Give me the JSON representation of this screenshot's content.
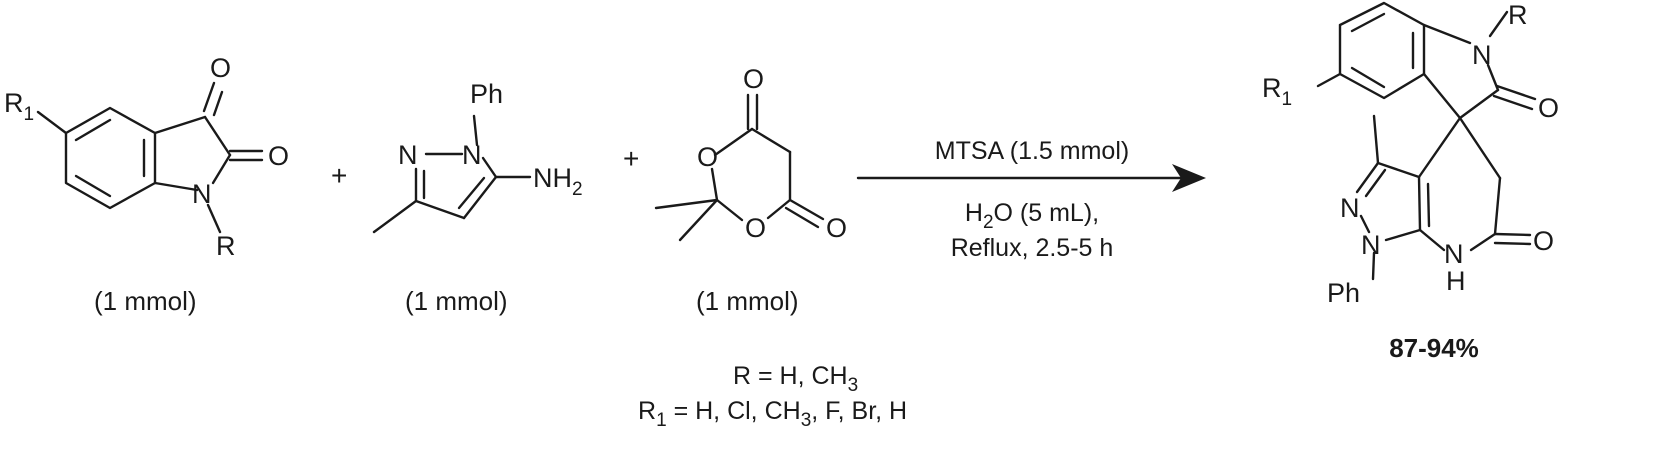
{
  "reactants": [
    {
      "atoms": {
        "sub_label": "R",
        "sub_index": "1",
        "o_top": "O",
        "o_right": "O",
        "n": "N",
        "n_sub": "R"
      },
      "amount": "(1 mmol)"
    },
    {
      "atoms": {
        "ph": "Ph",
        "n1": "N",
        "n2": "N",
        "amine": "NH",
        "amine_sub": "2"
      },
      "amount": "(1 mmol)"
    },
    {
      "atoms": {
        "o_top": "O",
        "o_ring_up": "O",
        "o_ring_down": "O",
        "o_right": "O"
      },
      "amount": "(1 mmol)"
    }
  ],
  "plus_sign": "+",
  "conditions": {
    "reagent": "MTSA (1.5 mmol)",
    "solvent_pre": "H",
    "solvent_sub": "2",
    "solvent_post": "O (5 mL),",
    "time": "Reflux, 2.5-5 h"
  },
  "product": {
    "atoms": {
      "r": "R",
      "n_top": "N",
      "r1_label": "R",
      "r1_index": "1",
      "o_amide_top": "O",
      "n_pyr": "N",
      "n_pyr2": "N",
      "ph": "Ph",
      "n_h": "N",
      "h": "H",
      "o_amide_bottom": "O"
    },
    "yield": "87-94%"
  },
  "substituents": {
    "r_line": "R = H, CH",
    "r_line_sub": "3",
    "r1_label": "R",
    "r1_index": "1",
    "r1_pre": " = H, Cl, CH",
    "r1_sub": "3",
    "r1_post": ", F, Br, H"
  },
  "colors": {
    "ink": "#1a1a1a",
    "background": "#ffffff"
  }
}
